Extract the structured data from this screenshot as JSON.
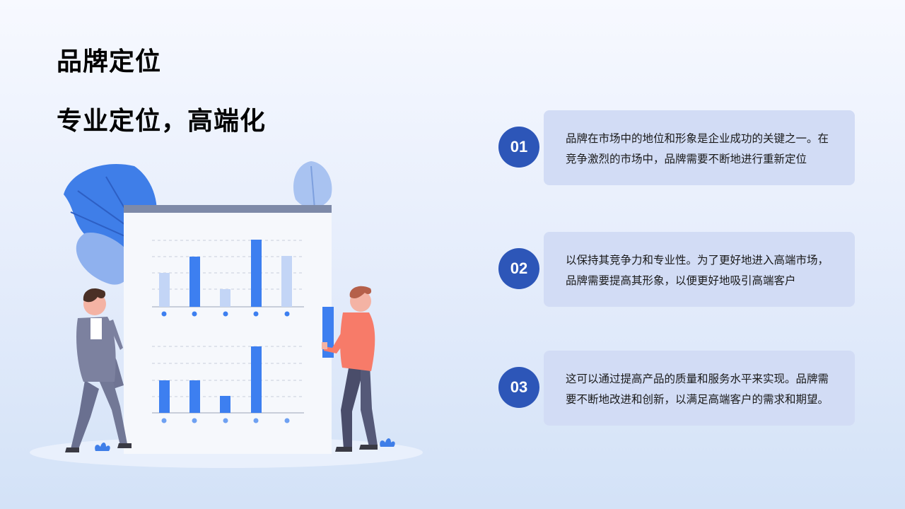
{
  "slide": {
    "title": "品牌定位",
    "subtitle": "专业定位，高端化"
  },
  "items": [
    {
      "number": "01",
      "text": "品牌在市场中的地位和形象是企业成功的关键之一。在竞争激烈的市场中，品牌需要不断地进行重新定位"
    },
    {
      "number": "02",
      "text": "以保持其竞争力和专业性。为了更好地进入高端市场，品牌需要提高其形象，以便更好地吸引高端客户"
    },
    {
      "number": "03",
      "text": "这可以通过提高产品的质量和服务水平来实现。品牌需要不断地改进和创新，以满足高端客户的需求和期望。"
    }
  ],
  "colors": {
    "accent": "#2d56b8",
    "card": "#d2dcf5",
    "bar_primary": "#3d7ff0",
    "bar_light": "#c3d5f6"
  },
  "illustration": {
    "icons": [
      "leaf-icon",
      "person-icon",
      "chart-board-icon"
    ],
    "top_chart_bars": [
      0.5,
      0.75,
      0.27,
      1.0,
      0.77
    ],
    "top_chart_primary": [
      false,
      true,
      false,
      true,
      false
    ],
    "bottom_chart_bars": [
      0.5,
      0.5,
      0.26,
      1.0,
      0.0
    ]
  }
}
